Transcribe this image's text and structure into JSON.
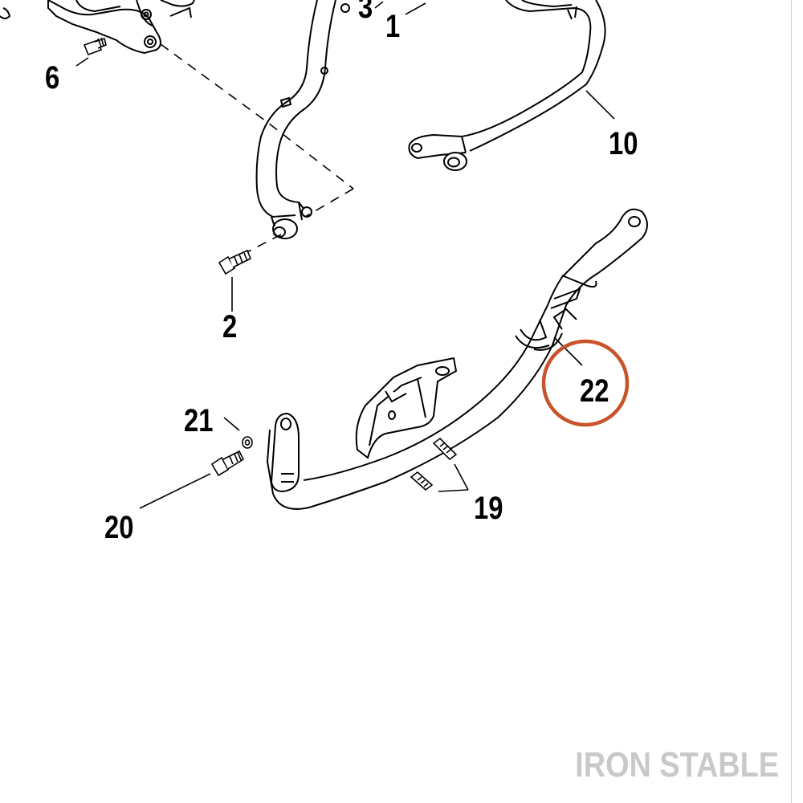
{
  "diagram": {
    "callouts": {
      "c1": "1",
      "c2": "2",
      "c3": "3",
      "c6": "6",
      "c10": "10",
      "c19": "19",
      "c20": "20",
      "c21": "21",
      "c22": "22"
    },
    "highlight_color": "#c8532a",
    "line_color": "#000000"
  },
  "watermark": "IRON STABLE"
}
